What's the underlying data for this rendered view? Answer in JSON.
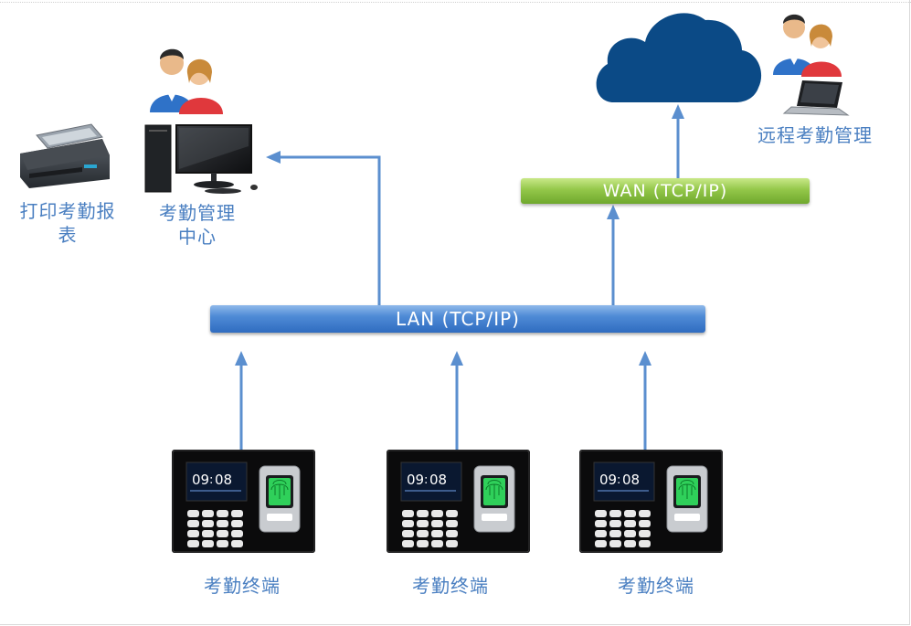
{
  "labels": {
    "print_reports": "打印考勤报\n表",
    "management_center": "考勤管理\n中心",
    "remote_management": "远程考勤管理",
    "terminal": "考勤终端"
  },
  "network": {
    "lan": "LAN (TCP/IP)",
    "wan": "WAN (TCP/IP)"
  },
  "terminals": [
    {
      "label": "考勤终端",
      "time_hour": "09",
      "time_min": "08"
    },
    {
      "label": "考勤终端",
      "time_hour": "09",
      "time_min": "08"
    },
    {
      "label": "考勤终端",
      "time_hour": "09",
      "time_min": "08"
    }
  ],
  "colors": {
    "arrow": "#5b8fcf",
    "label": "#4a7fc1",
    "cloud": "#0b4a86",
    "lan_bar": "#3a76c8",
    "wan_bar": "#86bd41"
  },
  "icons": [
    "printer-icon",
    "desktop-computer-icon",
    "users-icon",
    "cloud-icon",
    "laptop-icon",
    "fingerprint-terminal-icon"
  ]
}
